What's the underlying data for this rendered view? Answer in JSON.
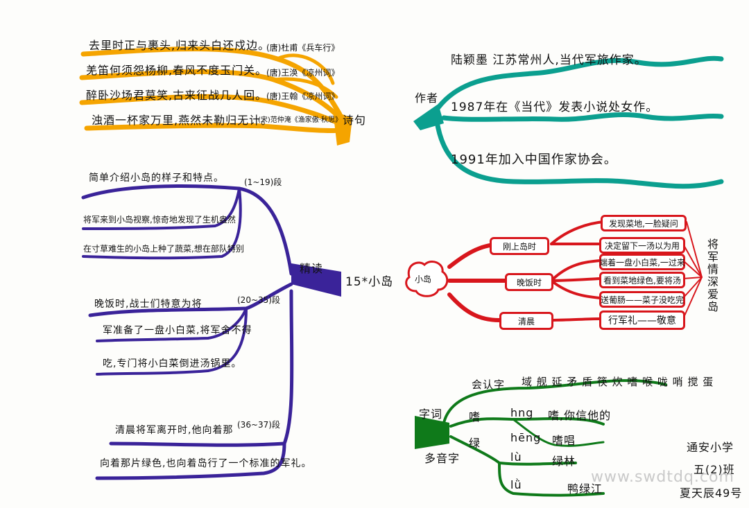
{
  "central": {
    "label": "15*小岛"
  },
  "poems": {
    "branch_label": "诗句",
    "lines": [
      "去里时正与裹头,归来头白还戍边。",
      "羌笛何须怨杨柳,春风不度玉门关。",
      "醉卧沙场君莫笑,古来征战几人回。",
      "浊酒一杯家万里,燕然未勒归无计。"
    ],
    "sources": [
      "(唐)杜甫《兵车行》",
      "(唐)王涣《凉州词》",
      "(唐)王翰《凉州词》",
      "(宋)范仲淹《渔家傲·秋思》"
    ]
  },
  "author": {
    "branch_label": "作者",
    "lines": [
      "陆颖墨  江苏常州人,当代军旅作家。",
      "1987年在《当代》发表小说处女作。",
      "1991年加入中国作家协会。"
    ]
  },
  "close_reading": {
    "branch_label": "精读",
    "group1_range": "(1~19)段",
    "group1_lines": [
      "简单介绍小岛的样子和特点。",
      "将军来到小岛视察,惊奇地发现了生机盎然",
      "在寸草难生的小岛上种了蔬菜,想在部队特别"
    ],
    "group2_range": "(20~35)段",
    "group2_lines": [
      "晚饭时,战士们特意为将",
      "军准备了一盘小白菜,将军舍不得",
      "吃,专门将小白菜倒进汤锅里。"
    ],
    "group3_range": "(36~37)段",
    "group3_lines": [
      "清晨将军离开时,他向着那",
      "向着那片绿色,也向着岛行了一个标准的军礼。"
    ]
  },
  "island": {
    "branch_label": "小岛",
    "stages": [
      "刚上岛时",
      "晚饭时",
      "清晨"
    ],
    "details": [
      "发现菜地,一脸疑问",
      "决定留下一汤以为用",
      "端着一盘小白菜,一过来",
      "看到菜地绿色,要将汤",
      "送葡肠——菜子没吃完",
      "行军礼——敬意"
    ],
    "conclusion": "将军情深爱岛"
  },
  "words": {
    "branch_label": "字词",
    "sub_label": "多音字",
    "recognize_label": "会认字",
    "recognize_chars": "域 舰 延 矛 盾 筷 炊 嗜 喉 咙 哨 搅 蛋",
    "char1": "嗜",
    "char2": "绿",
    "pinyin": [
      "hng",
      "hēng",
      "lù",
      "lǜ"
    ],
    "examples": [
      "嗜,你信他的",
      "嗜唱",
      "绿林",
      "鸭绿江"
    ]
  },
  "signature": {
    "school": "通安小学",
    "class": "五(2)班",
    "student": "夏天辰49号"
  },
  "watermark": "www.swdtdq.com",
  "colors": {
    "poems": "#f5a400",
    "author": "#0b9f8f",
    "reading": "#3a2399",
    "island": "#d8161c",
    "words": "#0f7a1a"
  }
}
